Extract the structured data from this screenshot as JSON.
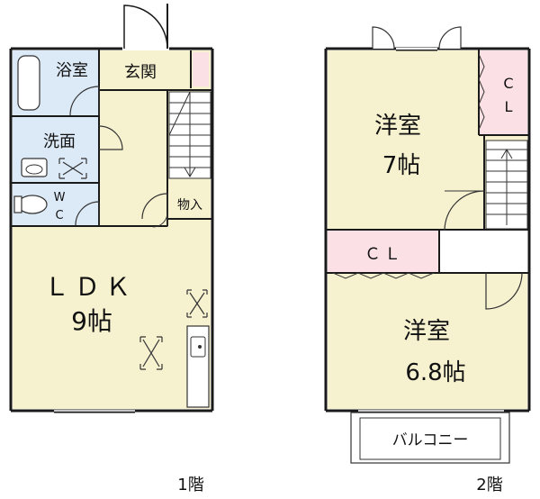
{
  "floor1": {
    "caption": "1階",
    "rooms": {
      "bath": "浴室",
      "entrance": "玄関",
      "washroom": "洗面",
      "wc_w": "W",
      "wc_c": "C",
      "storage": "物入",
      "ldk_name": "ＬＤＫ",
      "ldk_size": "9帖"
    }
  },
  "floor2": {
    "caption": "2階",
    "rooms": {
      "room_a_name": "洋室",
      "room_a_size": "7帖",
      "closet_small_c": "C",
      "closet_small_l": "L",
      "closet_big": "ＣＬ",
      "room_b_name": "洋室",
      "room_b_size": "6.8帖",
      "balcony": "バルコニー"
    }
  },
  "colors": {
    "wall": "#1a1a1a",
    "room_fill": "#f6f1cf",
    "wet_fill": "#dce9f6",
    "closet_fill": "#fbe1e6",
    "balcony_fill": "#ffffff"
  }
}
